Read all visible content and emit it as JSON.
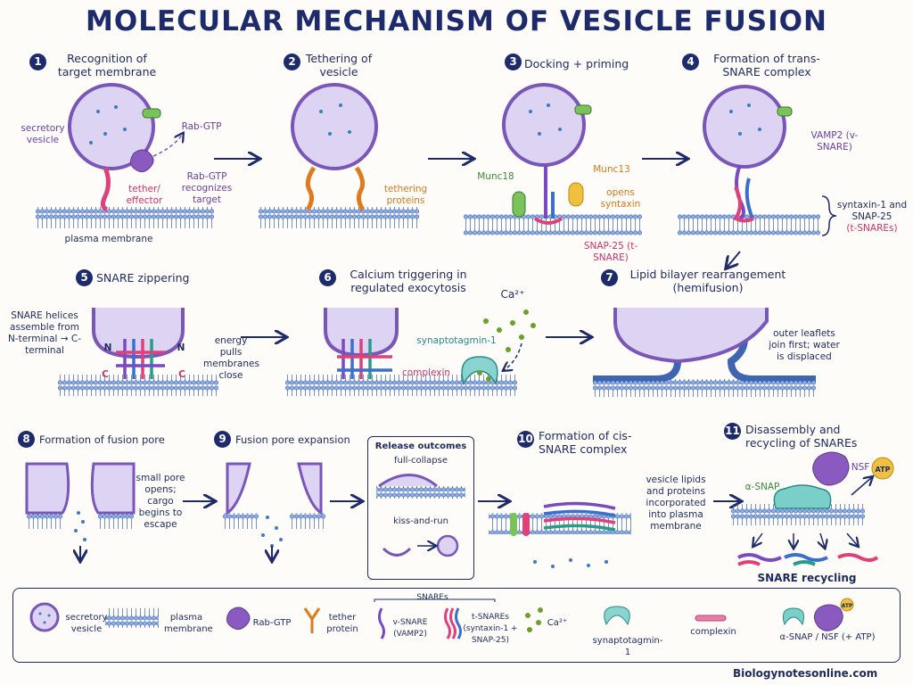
{
  "title": "MOLECULAR MECHANISM OF VESICLE FUSION",
  "steps": [
    {
      "num": "1",
      "title": "Recognition of target membrane"
    },
    {
      "num": "2",
      "title": "Tethering of vesicle"
    },
    {
      "num": "3",
      "title": "Docking + priming"
    },
    {
      "num": "4",
      "title": "Formation of trans-SNARE complex"
    },
    {
      "num": "5",
      "title": "SNARE zippering"
    },
    {
      "num": "6",
      "title": "Calcium triggering in regulated exocytosis"
    },
    {
      "num": "7",
      "title": "Lipid bilayer rearrangement (hemifusion)"
    },
    {
      "num": "8",
      "title": "Formation of fusion pore"
    },
    {
      "num": "9",
      "title": "Fusion pore expansion"
    },
    {
      "num": "10",
      "title": "Formation of cis-SNARE complex"
    },
    {
      "num": "11",
      "title": "Disassembly and recycling of SNAREs"
    }
  ],
  "labels": {
    "secretory_vesicle": "secretory vesicle",
    "rab_gtp": "Rab-GTP",
    "tether_effector": "tether/ effector",
    "rab_recognizes": "Rab-GTP recognizes target",
    "plasma_membrane": "plasma membrane",
    "tethering_proteins": "tethering proteins",
    "munc18": "Munc18",
    "munc13": "Munc13",
    "opens_syntaxin": "opens syntaxin",
    "snap25": "SNAP-25 (t-SNARE)",
    "vamp2": "VAMP2 (v-SNARE)",
    "syntaxin_snap": "syntaxin-1 and SNAP-25",
    "t_snares": "(t-SNAREs)",
    "snare_helices": "SNARE helices assemble from N-terminal → C-terminal",
    "n": "N",
    "c": "C",
    "energy": "energy pulls membranes close",
    "ca": "Ca²⁺",
    "synaptotagmin": "synaptotagmin-1",
    "complexin": "complexin",
    "outer_leaflets": "outer leaflets join first; water is displaced",
    "small_pore": "small pore opens; cargo begins to escape",
    "release_outcomes": "Release outcomes",
    "full_collapse": "full-collapse",
    "kiss_and_run": "kiss-and-run",
    "vesicle_lipids": "vesicle lipids and proteins incorporated into plasma membrane",
    "alpha_snap": "α-SNAP",
    "nsf": "NSF",
    "atp": "ATP",
    "snare_recycling": "SNARE recycling"
  },
  "legend": {
    "secretory_vesicle": "secretory vesicle",
    "plasma_membrane": "plasma membrane",
    "rab_gtp": "Rab-GTP",
    "tether_protein": "tether protein",
    "snares_header": "SNAREs",
    "v_snare": "v-SNARE (VAMP2)",
    "t_snares": "t-SNAREs (syntaxin-1 + SNAP-25)",
    "ca": "Ca²⁺",
    "synaptotagmin": "synaptotagmin-1",
    "complexin": "complexin",
    "snap_nsf": "α-SNAP / NSF (+ ATP)",
    "atp": "ATP"
  },
  "credit": "Biologynotesonline.com",
  "colors": {
    "navy": "#1d2a6b",
    "vesicle_fill": "#ddd3f3",
    "vesicle_edge": "#7a56b8",
    "membrane": "#7aa0d8",
    "v_snare": "#7a4bc0",
    "t_snare_pink": "#e0407a",
    "t_snare_blue": "#3a6fd0",
    "tether": "#e07a1a",
    "munc18": "#5a9a3a",
    "munc13": "#e8b830",
    "synaptotagmin": "#6ac2c0",
    "ca": "#6aa02a"
  }
}
